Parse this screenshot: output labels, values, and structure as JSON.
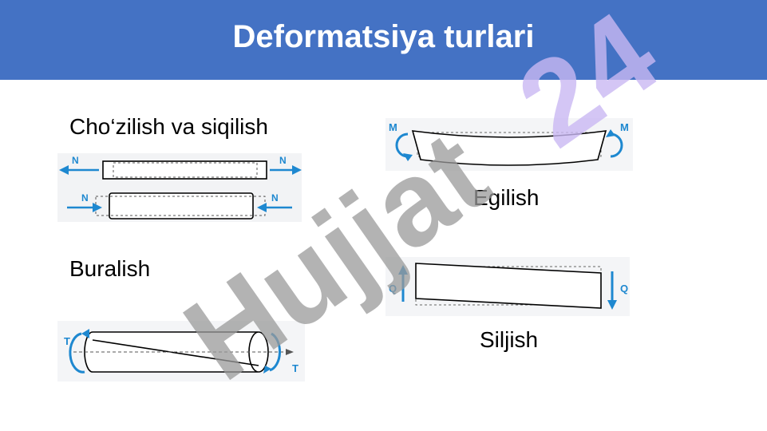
{
  "slide": {
    "title": "Deformatsiya turlari",
    "labels": {
      "tension": "Cho‘zilish va siqilish",
      "bending": "Egilish",
      "torsion": "Buralish",
      "shear": "Siljish"
    },
    "watermark": "Hujjat24"
  },
  "figures": {
    "tension": {
      "arrow_label_left": "N",
      "arrow_label_right": "N"
    },
    "bending": {
      "moment_label_left": "M",
      "moment_label_right": "M"
    },
    "torsion": {
      "torque_label_left": "T",
      "torque_label_right": "T"
    },
    "shear": {
      "force_label_left": "Q",
      "force_label_right": "Q"
    }
  },
  "colors": {
    "header": "#4472c4",
    "arrow_blue": "#1e88d0",
    "watermark_gray": "#9a9a9a",
    "watermark_lavender": "#c9b8f2"
  }
}
